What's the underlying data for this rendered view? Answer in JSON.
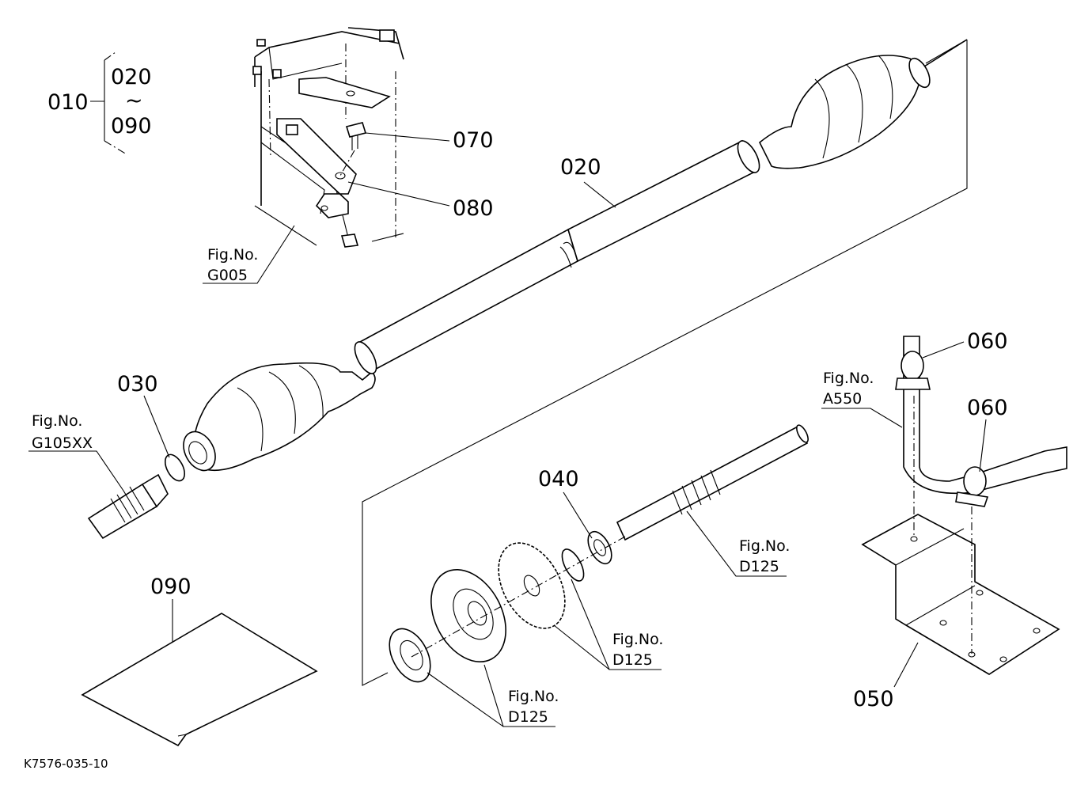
{
  "diagram": {
    "drawing_code": "K7576-035-10",
    "tilde": "~",
    "group": {
      "parent": "010",
      "from": "020",
      "to": "090"
    },
    "parts": [
      {
        "id": "020"
      },
      {
        "id": "030"
      },
      {
        "id": "040"
      },
      {
        "id": "050"
      },
      {
        "id": "060"
      },
      {
        "id": "060"
      },
      {
        "id": "070"
      },
      {
        "id": "080"
      },
      {
        "id": "090"
      }
    ],
    "fig_refs": [
      {
        "label": "Fig.No.",
        "code": "G005"
      },
      {
        "label": "Fig.No.",
        "code": "G105XX"
      },
      {
        "label": "Fig.No.",
        "code": "A550"
      },
      {
        "label": "Fig.No.",
        "code": "D125"
      },
      {
        "label": "Fig.No.",
        "code": "D125"
      },
      {
        "label": "Fig.No.",
        "code": "D125"
      }
    ]
  }
}
